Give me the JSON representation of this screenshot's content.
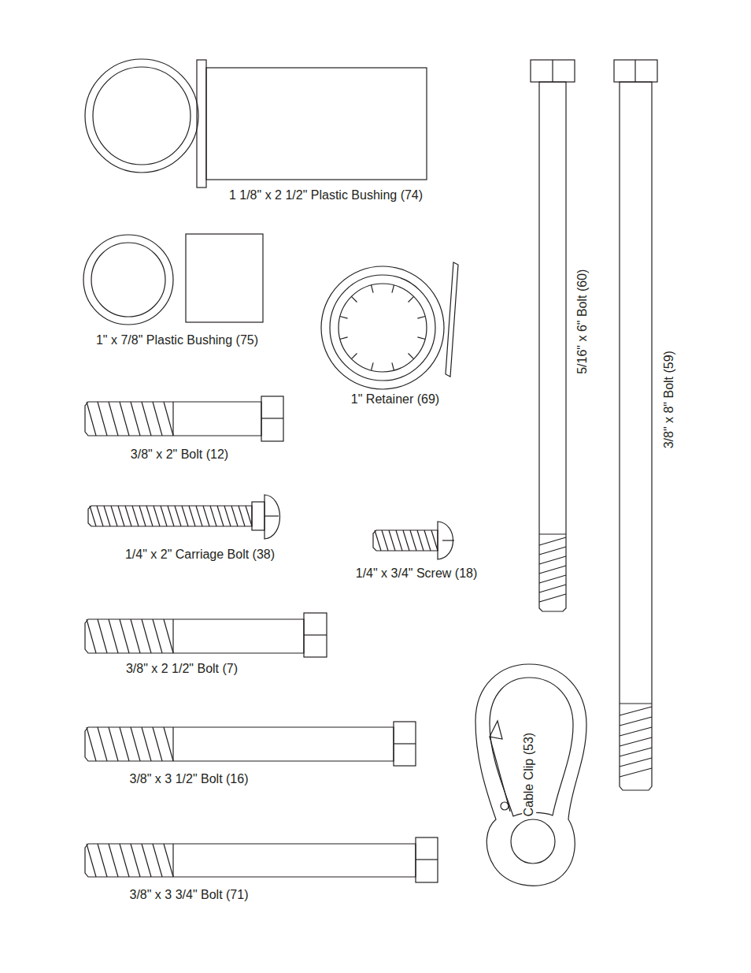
{
  "diagram": {
    "labels": [
      "1 1/8\" x 2 1/2\" Plastic Bushing (74)",
      "1\" x 7/8\" Plastic Bushing (75)",
      "1\" Retainer (69)",
      "3/8\" x 2\" Bolt (12)",
      "1/4\" x 2\" Carriage Bolt (38)",
      "1/4\" x 3/4\" Screw (18)",
      "3/8\" x 2 1/2\" Bolt (7)",
      "3/8\" x 3 1/2\" Bolt (16)",
      "3/8\" x 3 3/4\" Bolt (71)",
      "5/16\" x 6\" Bolt (60)",
      "3/8\" x 8\" Bolt (59)",
      "Cable Clip (53)"
    ]
  }
}
